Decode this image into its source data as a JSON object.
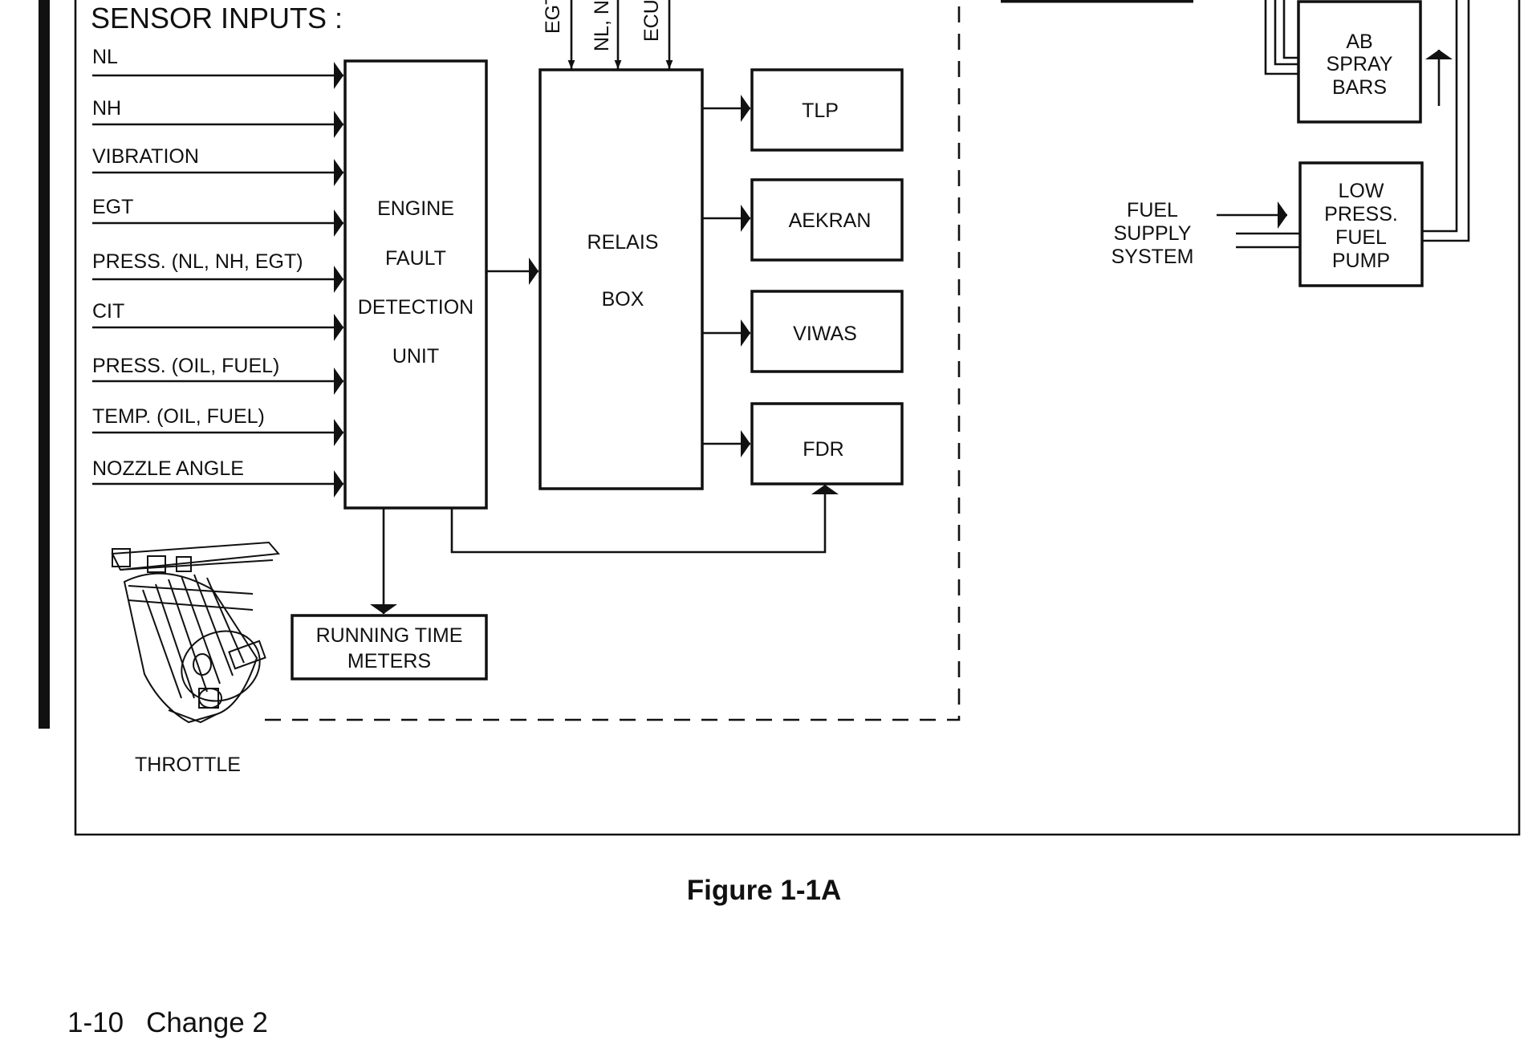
{
  "diagram": {
    "section_heading": "SENSOR INPUTS :",
    "sensor_inputs": [
      "NL",
      "NH",
      "VIBRATION",
      "EGT",
      "PRESS. (NL, NH, EGT)",
      "CIT",
      "PRESS. (OIL, FUEL)",
      "TEMP. (OIL, FUEL)",
      "NOZZLE ANGLE"
    ],
    "top_inputs": [
      "EGT",
      "NL, NH",
      "ECU"
    ],
    "efdu_lines": [
      "ENGINE",
      "FAULT",
      "DETECTION",
      "UNIT"
    ],
    "relais_lines": [
      "RELAIS",
      "BOX"
    ],
    "outputs": [
      "TLP",
      "AEKRAN",
      "VIWAS",
      "FDR"
    ],
    "running_time_lines": [
      "RUNNING TIME",
      "METERS"
    ],
    "throttle_label": "THROTTLE",
    "ab_spray_lines": [
      "AB",
      "SPRAY",
      "BARS"
    ],
    "fuel_pump_lines": [
      "LOW",
      "PRESS.",
      "FUEL",
      "PUMP"
    ],
    "fuel_supply_lines": [
      "FUEL",
      "SUPPLY",
      "SYSTEM"
    ]
  },
  "caption": "Figure 1-1A",
  "footer": {
    "page": "1-10",
    "revision": "Change 2"
  }
}
